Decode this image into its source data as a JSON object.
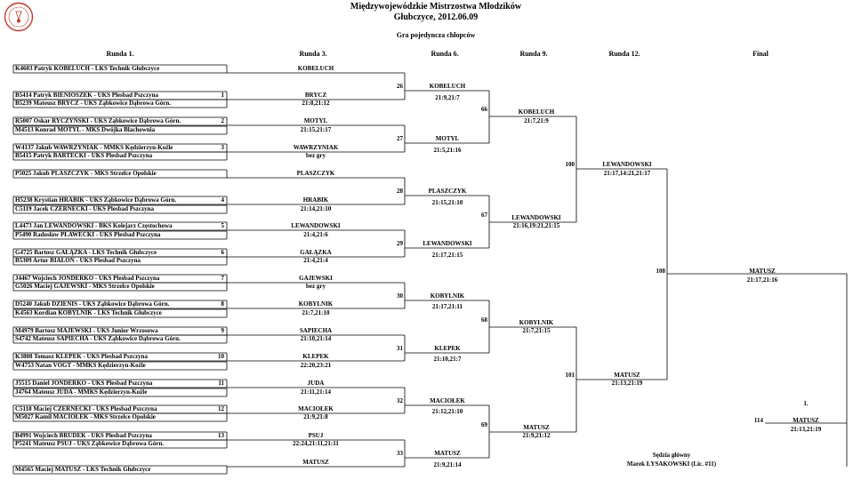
{
  "header": {
    "title": "Międzywojewódzkie Mistrzostwa Młodzików",
    "place_date": "Głubczyce, 2012.06.09",
    "event": "Gra pojedyncza chłopców"
  },
  "rounds": [
    "Runda 1.",
    "Runda 3.",
    "Runda 6.",
    "Runda 9.",
    "Runda 12.",
    "Final"
  ],
  "round1": [
    {
      "name": "K4603 Patryk KOBELUCH - LKS Technik Głubczyce",
      "seed": ""
    },
    {
      "name": "B5414 Patryk BIENIOSZEK - UKS Plesbad Pszczyna",
      "seed": "1"
    },
    {
      "name": "B5239 Mateusz BRYCZ - UKS Ząbkowice Dąbrowa Górn.",
      "seed": ""
    },
    {
      "name": "R5007 Oskar RYCZYŃSKI - UKS Ząbkowice Dąbrowa Górn.",
      "seed": "2"
    },
    {
      "name": "M4513 Konrad MOTYL - MKS Dwójka Blachownia",
      "seed": ""
    },
    {
      "name": "W4137 Jakub WAWRZYNIAK - MMKS Kędzierzyn-Koźle",
      "seed": "3"
    },
    {
      "name": "B5415 Patryk BARTECKI - UKS Plesbad Pszczyna",
      "seed": ""
    },
    {
      "name": "P5025 Jakub PLASZCZYK - MKS Strzelce Opolskie",
      "seed": ""
    },
    {
      "name": "H5238 Krystian HRABIK - UKS Ząbkowice Dąbrowa Górn.",
      "seed": "4"
    },
    {
      "name": "C5119 Jacek CZERNECKI - UKS Plesbad Pszczyna",
      "seed": ""
    },
    {
      "name": "L4473 Jan LEWANDOWSKI - BKS Kolejarz Częstochowa",
      "seed": "5"
    },
    {
      "name": "P5490 Radosław PŁAWECKI - UKS Plesbad Pszczyna",
      "seed": ""
    },
    {
      "name": "G4725 Bartosz GAŁĄZKA - LKS Technik Głubczyce",
      "seed": "6"
    },
    {
      "name": "B5309 Artur BIAŁOŃ - UKS Plesbad Pszczyna",
      "seed": ""
    },
    {
      "name": "J4467 Wojciech JONDERKO - UKS Plesbad Pszczyna",
      "seed": "7"
    },
    {
      "name": "G5026 Maciej GAJEWSKI - MKS Strzelce Opolskie",
      "seed": ""
    },
    {
      "name": "D5240 Jakub DZIENIS - UKS Ząbkowice Dąbrowa Górn.",
      "seed": "8"
    },
    {
      "name": "K4563 Kordian KOBYLNIK - LKS Technik Głubczyce",
      "seed": ""
    },
    {
      "name": "M4979 Bartosz MAJEWSKI - UKS Junior Wrzosowa",
      "seed": "9"
    },
    {
      "name": "S4742 Mateusz SAPIECHA - UKS Ząbkowice Dąbrowa Górn.",
      "seed": ""
    },
    {
      "name": "K3808 Tomasz KLEPEK - UKS Plesbad Pszczyna",
      "seed": "10"
    },
    {
      "name": "W4753 Natan VOGT - MMKS Kędzierzyn-Koźle",
      "seed": ""
    },
    {
      "name": "J5515 Daniel JONDERKO - UKS Plesbad Pszczyna",
      "seed": "11"
    },
    {
      "name": "J4764 Mateusz JUDA - MMKS Kędzierzyn-Koźle",
      "seed": ""
    },
    {
      "name": "C5118 Maciej CZERNECKI - UKS Plesbad Pszczyna",
      "seed": "12"
    },
    {
      "name": "M5027 Kamil MACIOŁEK - MKS Strzelce Opolskie",
      "seed": ""
    },
    {
      "name": "B4991 Wojciech BRUDEK - UKS Plesbad Pszczyna",
      "seed": "13"
    },
    {
      "name": "P5241 Mateusz PSUJ - UKS Ząbkowice Dąbrowa Górn.",
      "seed": ""
    },
    {
      "name": "M4565 Maciej MATUSZ - LKS Technik Głubczyce",
      "seed": ""
    }
  ],
  "round3": [
    {
      "winner": "KOBELUCH",
      "score": ""
    },
    {
      "winner": "BRYCZ",
      "score": "21:8,21:12"
    },
    {
      "winner": "MOTYL",
      "score": "21:15,21:17"
    },
    {
      "winner": "WAWRZYNIAK",
      "score": "bez gry"
    },
    {
      "winner": "PLASZCZYK",
      "score": ""
    },
    {
      "winner": "HRABIK",
      "score": "21:14,21:10"
    },
    {
      "winner": "LEWANDOWSKI",
      "score": "21:4,21:6"
    },
    {
      "winner": "GAŁĄZKA",
      "score": "21:4,21:4"
    },
    {
      "winner": "GAJEWSKI",
      "score": "bez gry"
    },
    {
      "winner": "KOBYLNIK",
      "score": "21:7,21:10"
    },
    {
      "winner": "SAPIECHA",
      "score": "21:10,21:14"
    },
    {
      "winner": "KLEPEK",
      "score": "22:20,23:21"
    },
    {
      "winner": "JUDA",
      "score": "21:11,21:14"
    },
    {
      "winner": "MACIOŁEK",
      "score": "21:9,21:8"
    },
    {
      "winner": "PSUJ",
      "score": "22:24,21:11,21:11"
    },
    {
      "winner": "MATUSZ",
      "score": ""
    }
  ],
  "round6": [
    {
      "match": "26",
      "winner": "KOBELUCH",
      "score": "21:9,21:7"
    },
    {
      "match": "27",
      "winner": "MOTYL",
      "score": "21:5,21:16"
    },
    {
      "match": "28",
      "winner": "PLASZCZYK",
      "score": "21:15,21:10"
    },
    {
      "match": "29",
      "winner": "LEWANDOWSKI",
      "score": "21:17,21:15"
    },
    {
      "match": "30",
      "winner": "KOBYLNIK",
      "score": "21:17,21:11"
    },
    {
      "match": "31",
      "winner": "KLEPEK",
      "score": "21:10,21:7"
    },
    {
      "match": "32",
      "winner": "MACIOŁEK",
      "score": "21:12,21:10"
    },
    {
      "match": "33",
      "winner": "MATUSZ",
      "score": "21:9,21:14"
    }
  ],
  "round9": [
    {
      "match": "66",
      "winner": "KOBELUCH",
      "score": "21:7,21:9"
    },
    {
      "match": "67",
      "winner": "LEWANDOWSKI",
      "score": "21:16,19:21,21:15"
    },
    {
      "match": "68",
      "winner": "KOBYLNIK",
      "score": "21:7,21:15"
    },
    {
      "match": "69",
      "winner": "MATUSZ",
      "score": "21:9,21:12"
    }
  ],
  "round12": [
    {
      "match": "100",
      "winner": "LEWANDOWSKI",
      "score": "21:17,14:21,21:17"
    },
    {
      "match": "101",
      "winner": "MATUSZ",
      "score": "21:13,21:19"
    }
  ],
  "final": [
    {
      "match": "108",
      "winner": "MATUSZ",
      "score": "21:17,21:16"
    },
    {
      "match": "114",
      "winner": "MATUSZ",
      "score": "21:13,21:19"
    }
  ],
  "place": "1.",
  "referee": {
    "label": "Sędzia główny",
    "name": "Marek ŁYSAKOWSKI (Lic. #11)"
  },
  "colors": {
    "line": "#000000",
    "logo": "#c0392b"
  }
}
